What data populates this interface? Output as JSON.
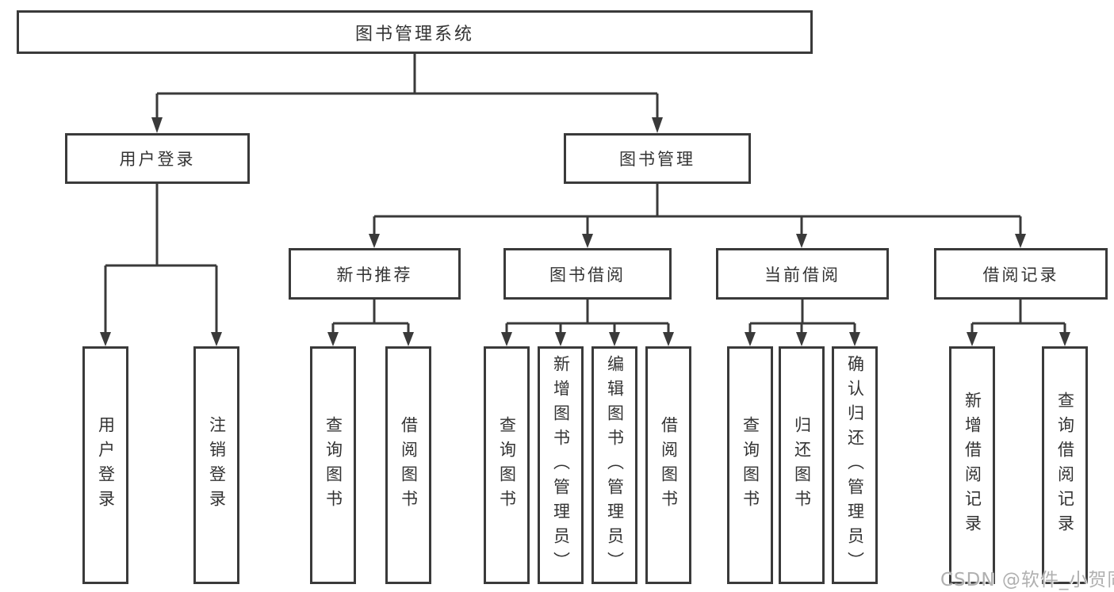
{
  "title": "图书管理系统",
  "watermark": "CSDN @软件_小贺同学",
  "colors": {
    "line": "#3a3a3a",
    "box_border": "#3a3a3a",
    "box_fill": "#ffffff",
    "text": "#333333",
    "watermark": "#b0b0b0",
    "background": "#ffffff"
  },
  "tree": {
    "root": {
      "label": "图书管理系统"
    },
    "branches": [
      {
        "label": "用户登录",
        "children": [
          {
            "label": "用户登录"
          },
          {
            "label": "注销登录"
          }
        ]
      },
      {
        "label": "图书管理",
        "children": [
          {
            "label": "新书推荐",
            "children": [
              {
                "label": "查询图书"
              },
              {
                "label": "借阅图书"
              }
            ]
          },
          {
            "label": "图书借阅",
            "children": [
              {
                "label": "查询图书"
              },
              {
                "label": "新增图书（管理员）"
              },
              {
                "label": "编辑图书（管理员）"
              },
              {
                "label": "借阅图书"
              }
            ]
          },
          {
            "label": "当前借阅",
            "children": [
              {
                "label": "查询图书"
              },
              {
                "label": "归还图书"
              },
              {
                "label": "确认归还（管理员）"
              }
            ]
          },
          {
            "label": "借阅记录",
            "children": [
              {
                "label": "新增借阅记录"
              },
              {
                "label": "查询借阅记录"
              }
            ]
          }
        ]
      }
    ]
  }
}
